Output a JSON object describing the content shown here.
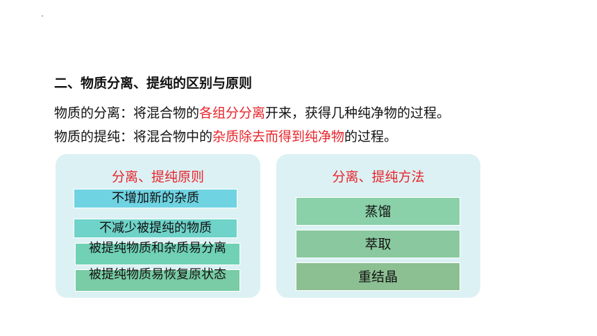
{
  "heading": "二、物质分离、提纯的区别与原则",
  "separation": {
    "prefix": "物质的分离：将混合物的",
    "highlight": "各组分分离",
    "suffix": "开来，获得几种纯净物的过程。"
  },
  "purification": {
    "prefix": "物质的提纯：将混合物中的",
    "highlight": "杂质除去而得到纯净物",
    "suffix": "的过程。"
  },
  "left_panel": {
    "title": "分离、提纯原则",
    "items": [
      "不增加新的杂质",
      "不减少被提纯的物质",
      "被提纯物质和杂质易分离",
      "被提纯物质易恢复原状态"
    ]
  },
  "right_panel": {
    "title": "分离、提纯方法",
    "methods": [
      "蒸馏",
      "萃取",
      "重结晶"
    ]
  },
  "colors": {
    "highlight": "#e8242b",
    "panel_bg": "#dcf1f4",
    "principle_1": "#6fd3e2",
    "method_1": "#8ad0a8"
  }
}
